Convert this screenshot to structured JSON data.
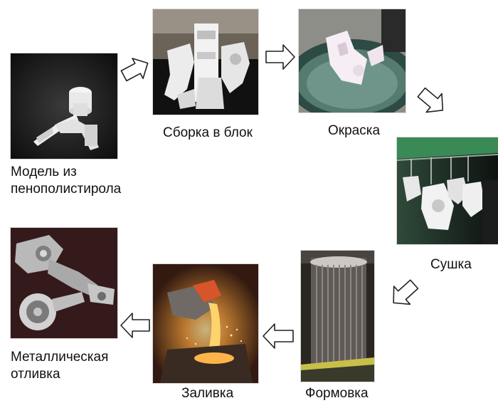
{
  "steps": [
    {
      "id": "model",
      "label_lines": [
        "Модель из",
        "пенополистирола"
      ]
    },
    {
      "id": "assembly",
      "label_lines": [
        "Сборка в блок"
      ]
    },
    {
      "id": "painting",
      "label_lines": [
        "Окраска"
      ]
    },
    {
      "id": "drying",
      "label_lines": [
        "Сушка"
      ]
    },
    {
      "id": "molding",
      "label_lines": [
        "Формовка"
      ]
    },
    {
      "id": "pouring",
      "label_lines": [
        "Заливка"
      ]
    },
    {
      "id": "casting",
      "label_lines": [
        "Металлическая",
        "отливка"
      ]
    }
  ],
  "colors": {
    "arrow_stroke": "#222222",
    "arrow_fill": "#ffffff",
    "label": "#111111"
  }
}
